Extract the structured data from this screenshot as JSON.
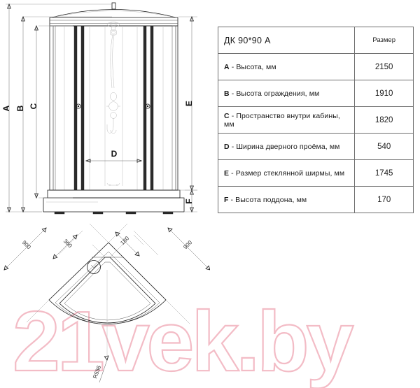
{
  "table": {
    "header": {
      "model": "ДК  90*90 А",
      "size_col": "Размер"
    },
    "rows": [
      {
        "key": "A",
        "label": " - Высота, мм",
        "value": "2150"
      },
      {
        "key": "B",
        "label": " - Высота ограждения, мм",
        "value": "1910"
      },
      {
        "key": "C",
        "label": " - Пространство внутри кабины, мм",
        "value": "1820"
      },
      {
        "key": "D",
        "label": " - Ширина дверного проёма, мм",
        "value": "540"
      },
      {
        "key": "E",
        "label": " - Размер стеклянной ширмы, мм",
        "value": "1745"
      },
      {
        "key": "F",
        "label": " - Высота поддона, мм",
        "value": "170"
      }
    ]
  },
  "front_view": {
    "dimension_labels": {
      "a": "A",
      "b": "B",
      "c": "C",
      "d": "D",
      "e": "E",
      "f": "F"
    }
  },
  "plan_view": {
    "dimensions": {
      "width_left": "900",
      "width_right": "900",
      "inner_left": "360",
      "inner_right": "180",
      "radius": "R556"
    }
  },
  "watermark": {
    "text": "21vek.by",
    "color": "#f3bcc6"
  }
}
